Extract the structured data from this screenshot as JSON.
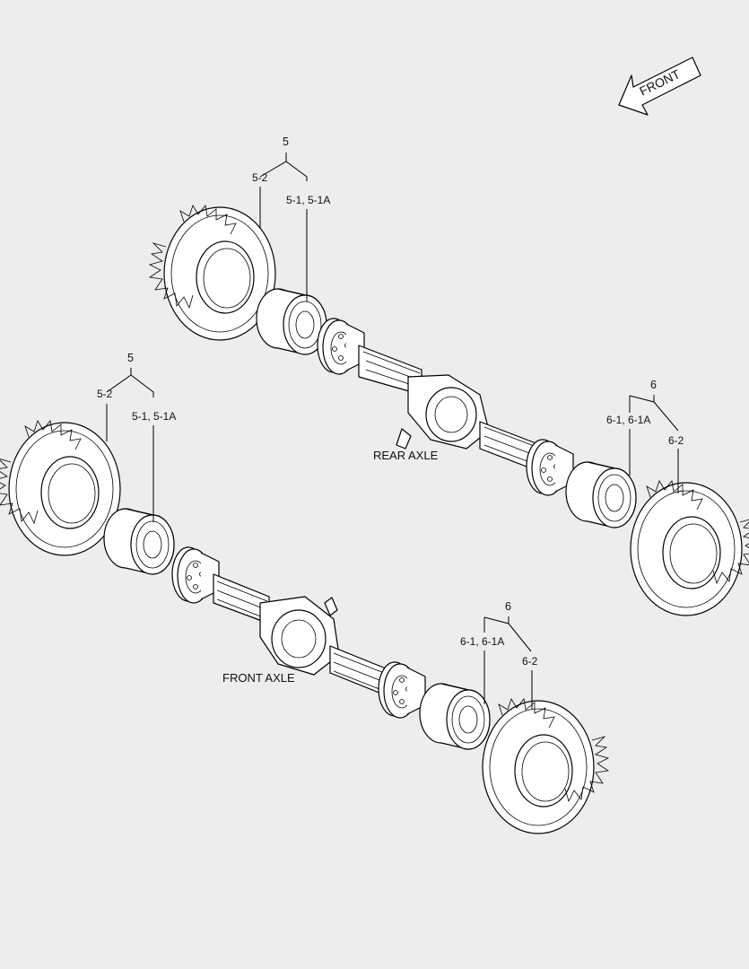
{
  "front_indicator": {
    "label": "FRONT",
    "icon": "front-arrow-icon"
  },
  "rear_axle": {
    "label": "REAR AXLE",
    "left_callout": {
      "group": "5",
      "tire": "5-2",
      "rim": "5-1, 5-1A"
    },
    "right_callout": {
      "group": "6",
      "rim": "6-1, 6-1A",
      "tire": "6-2"
    }
  },
  "front_axle": {
    "label": "FRONT AXLE",
    "left_callout": {
      "group": "5",
      "tire": "5-2",
      "rim": "5-1, 5-1A"
    },
    "right_callout": {
      "group": "6",
      "rim": "6-1, 6-1A",
      "tire": "6-2"
    }
  }
}
